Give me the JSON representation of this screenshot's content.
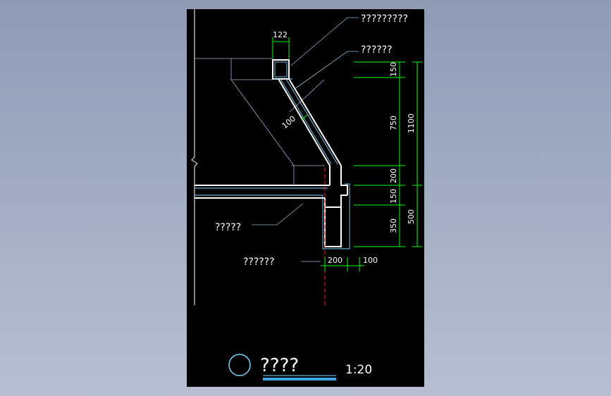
{
  "callouts": {
    "top_right_1": "?????????",
    "top_right_2": "??????",
    "left": "?????",
    "bottom_left": "??????"
  },
  "dimensions": {
    "top_width": "122",
    "slope_thickness": "100",
    "right_150_top": "150",
    "right_750": "750",
    "right_200": "200",
    "right_150_mid": "150",
    "right_350": "350",
    "right_1100": "1100",
    "right_500": "500",
    "bottom_200": "200",
    "bottom_100": "100"
  },
  "title": {
    "text": "????",
    "scale": "1:20"
  },
  "colors": {
    "background": "#000000",
    "dim_green": "#00ff00",
    "outline_cyan": "#7fd4ff",
    "section_white": "#ffffff",
    "axis_red": "#ff2020",
    "title_underline": "#3fa9e6"
  }
}
